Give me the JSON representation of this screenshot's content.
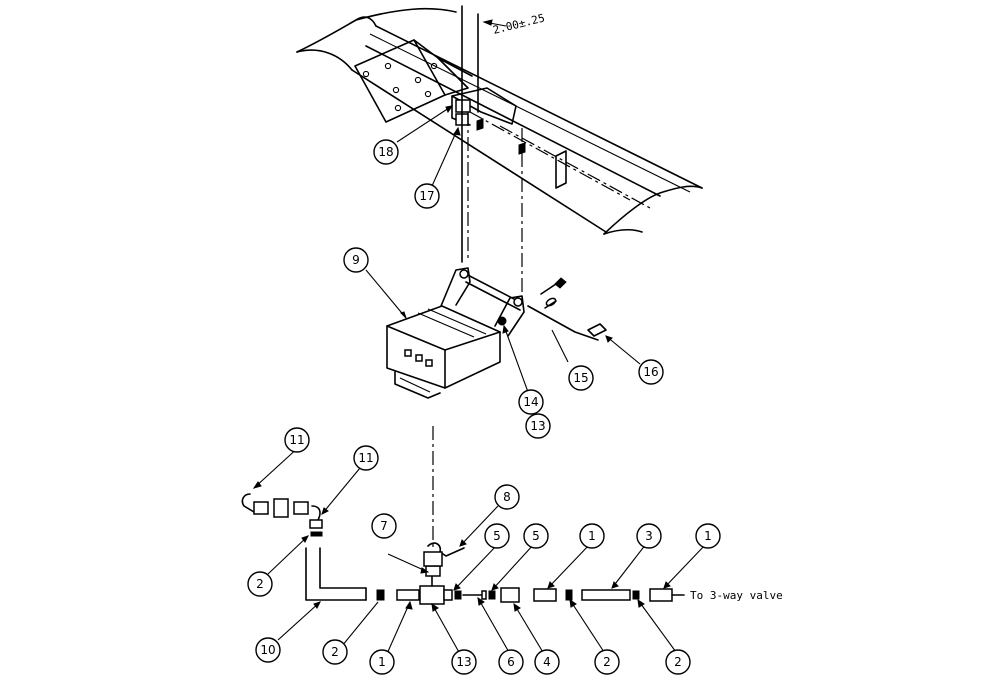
{
  "callouts": {
    "c18": "18",
    "c17": "17",
    "c9": "9",
    "c15": "15",
    "c16": "16",
    "c14": "14",
    "c13a": "13",
    "c11a": "11",
    "c11b": "11",
    "c8": "8",
    "c7": "7",
    "c5a": "5",
    "c5b": "5",
    "c1a": "1",
    "c3": "3",
    "c1b": "1",
    "c2a": "2",
    "c10": "10",
    "c2b": "2",
    "c1c": "1",
    "c13b": "13",
    "c6": "6",
    "c4": "4",
    "c2c": "2",
    "c2d": "2"
  },
  "annotations": {
    "dimension": "2.00±.25",
    "valve_note": "To 3-way valve"
  }
}
